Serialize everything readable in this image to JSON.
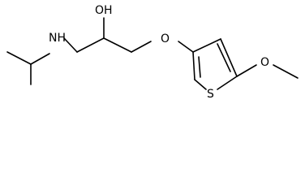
{
  "molecule": {
    "atom_labels": {
      "nitrogen": "NH",
      "hydroxyl": "OH",
      "ether_oxygen": "O",
      "methoxy_oxygen": "O",
      "sulfur": "S"
    }
  }
}
